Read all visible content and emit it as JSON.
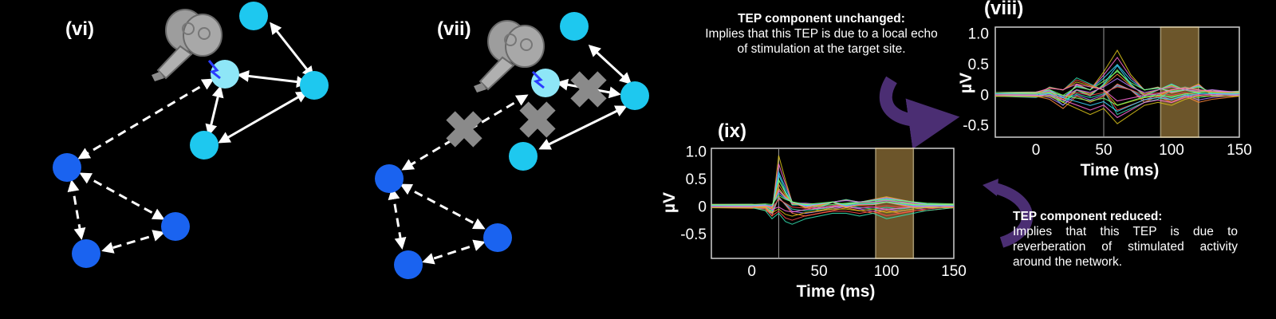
{
  "panels": {
    "vi": {
      "label": "(vi)"
    },
    "vii": {
      "label": "(vii)"
    },
    "viii": {
      "label": "(viii)"
    },
    "ix": {
      "label": "(ix)"
    }
  },
  "captions": {
    "unchanged": {
      "heading": "TEP component unchanged:",
      "body": "Implies that this TEP is due to a local echo of stimulation at the target site."
    },
    "reduced": {
      "heading": "TEP component reduced:",
      "body": "Implies that this TEP is due to reverberation of stimulated activity around the network."
    }
  },
  "colors": {
    "local_node": "#1ec8ef",
    "distant_node": "#1a63f0",
    "blocked_marker": "#8a8a8a",
    "window_fill": "#9b7a3c",
    "curved_arrow": "#4b2e73"
  },
  "icons": {
    "stimulation": "tms-coil-over-head",
    "blocked": "x-mark"
  },
  "chart_data": [
    {
      "type": "line",
      "panel": "(viii)",
      "xlabel": "Time (ms)",
      "ylabel": "µV",
      "xlim": [
        -30,
        150
      ],
      "ylim": [
        -0.7,
        1.1
      ],
      "xticks": [
        "0",
        "50",
        "100",
        "150"
      ],
      "yticks": [
        "1.0",
        "0.5",
        "0",
        "-0.5"
      ],
      "highlight_window_ms": [
        92,
        120
      ],
      "series": [
        {
          "values_x": [
            -30,
            0,
            10,
            20,
            30,
            40,
            50,
            60,
            70,
            80,
            90,
            100,
            110,
            120,
            130,
            150
          ],
          "values": [
            0,
            0.02,
            0.1,
            -0.1,
            0.2,
            0.1,
            0.4,
            0.75,
            0.35,
            0.1,
            0.15,
            0.05,
            0.1,
            0.2,
            0.0,
            0.05
          ]
        },
        {
          "values_x": [
            -30,
            0,
            10,
            20,
            30,
            40,
            50,
            60,
            70,
            80,
            90,
            100,
            110,
            120,
            130,
            150
          ],
          "values": [
            0,
            -0.02,
            0.05,
            -0.15,
            0.1,
            0.0,
            0.2,
            0.5,
            0.2,
            0.0,
            0.1,
            0.2,
            0.1,
            0.05,
            0.1,
            0.0
          ]
        },
        {
          "values_x": [
            -30,
            0,
            10,
            20,
            30,
            40,
            50,
            60,
            70,
            80,
            90,
            100,
            110,
            120,
            130,
            150
          ],
          "values": [
            0,
            0.0,
            -0.05,
            -0.2,
            0.0,
            -0.1,
            0.0,
            0.2,
            0.1,
            -0.1,
            0.0,
            -0.1,
            0.0,
            -0.1,
            -0.05,
            0.0
          ]
        },
        {
          "values_x": [
            -30,
            0,
            10,
            20,
            30,
            40,
            50,
            60,
            70,
            80,
            90,
            100,
            110,
            120,
            130,
            150
          ],
          "values": [
            0,
            0.01,
            0.15,
            0.1,
            0.3,
            0.2,
            0.1,
            -0.3,
            -0.2,
            -0.1,
            -0.05,
            0.1,
            0.15,
            0.1,
            0.05,
            0.02
          ]
        },
        {
          "values_x": [
            -30,
            0,
            10,
            20,
            30,
            40,
            50,
            60,
            70,
            80,
            90,
            100,
            110,
            120,
            130,
            150
          ],
          "values": [
            0,
            -0.01,
            0.0,
            -0.1,
            -0.2,
            -0.3,
            -0.2,
            -0.45,
            -0.3,
            -0.15,
            -0.1,
            -0.15,
            -0.05,
            0.0,
            0.0,
            0.0
          ]
        }
      ]
    },
    {
      "type": "line",
      "panel": "(ix)",
      "xlabel": "Time (ms)",
      "ylabel": "µV",
      "xlim": [
        -30,
        150
      ],
      "ylim": [
        -0.95,
        1.05
      ],
      "xticks": [
        "0",
        "50",
        "100",
        "150"
      ],
      "yticks": [
        "1.0",
        "0.5",
        "0",
        "-0.5"
      ],
      "highlight_window_ms": [
        92,
        120
      ],
      "series": [
        {
          "values_x": [
            -30,
            0,
            10,
            15,
            20,
            25,
            30,
            40,
            50,
            60,
            70,
            80,
            90,
            100,
            110,
            120,
            130,
            150
          ],
          "values": [
            0,
            0.01,
            -0.05,
            -0.1,
            0.95,
            0.5,
            0.1,
            0.0,
            -0.05,
            0.0,
            0.05,
            0.1,
            0.15,
            0.2,
            0.15,
            0.1,
            0.05,
            0.02
          ]
        },
        {
          "values_x": [
            -30,
            0,
            10,
            15,
            20,
            25,
            30,
            40,
            50,
            60,
            70,
            80,
            90,
            100,
            110,
            120,
            130,
            150
          ],
          "values": [
            0,
            0.0,
            -0.02,
            -0.1,
            0.6,
            0.3,
            0.05,
            0.05,
            0.0,
            0.1,
            0.15,
            0.1,
            0.1,
            0.15,
            0.1,
            0.05,
            0.0,
            0.0
          ]
        },
        {
          "values_x": [
            -30,
            0,
            10,
            15,
            20,
            25,
            30,
            40,
            50,
            60,
            70,
            80,
            90,
            100,
            110,
            120,
            130,
            150
          ],
          "values": [
            0,
            -0.01,
            0.0,
            -0.15,
            0.2,
            0.05,
            -0.1,
            -0.15,
            -0.1,
            -0.05,
            0.0,
            -0.05,
            -0.1,
            -0.05,
            -0.1,
            -0.05,
            -0.05,
            0.0
          ]
        },
        {
          "values_x": [
            -30,
            0,
            10,
            15,
            20,
            25,
            30,
            40,
            50,
            60,
            70,
            80,
            90,
            100,
            110,
            120,
            130,
            150
          ],
          "values": [
            0,
            0.0,
            -0.05,
            -0.2,
            -0.1,
            -0.25,
            -0.3,
            -0.2,
            -0.15,
            -0.1,
            -0.1,
            -0.15,
            -0.1,
            -0.2,
            -0.15,
            -0.1,
            -0.05,
            0.0
          ]
        },
        {
          "values_x": [
            -30,
            0,
            10,
            15,
            20,
            25,
            30,
            40,
            50,
            60,
            70,
            80,
            90,
            100,
            110,
            120,
            130,
            150
          ],
          "values": [
            0,
            0.0,
            0.02,
            0.0,
            0.35,
            0.2,
            0.1,
            0.0,
            0.05,
            0.1,
            0.0,
            0.05,
            0.05,
            0.1,
            0.05,
            0.0,
            0.0,
            0.0
          ]
        }
      ]
    }
  ]
}
